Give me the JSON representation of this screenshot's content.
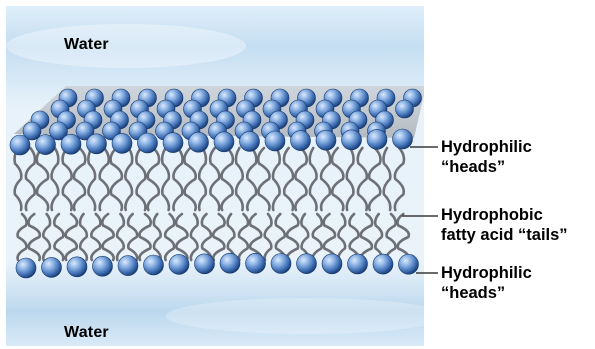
{
  "labels": {
    "water_top": "Water",
    "water_bottom": "Water"
  },
  "callouts": {
    "heads_top": {
      "line1": "Hydrophilic",
      "line2": "“heads”"
    },
    "tails": {
      "line1": "Hydrophobic",
      "line2": "fatty acid “tails”"
    },
    "heads_bottom": {
      "line1": "Hydrophilic",
      "line2": "“heads”"
    }
  },
  "colors": {
    "water_light": "#e4f0f9",
    "water_mid": "#b9d7ee",
    "head_dark": "#1d4a8a",
    "head_light": "#a9c9ee",
    "tail": "#5f6368",
    "pointer": "#3a3a3a"
  }
}
